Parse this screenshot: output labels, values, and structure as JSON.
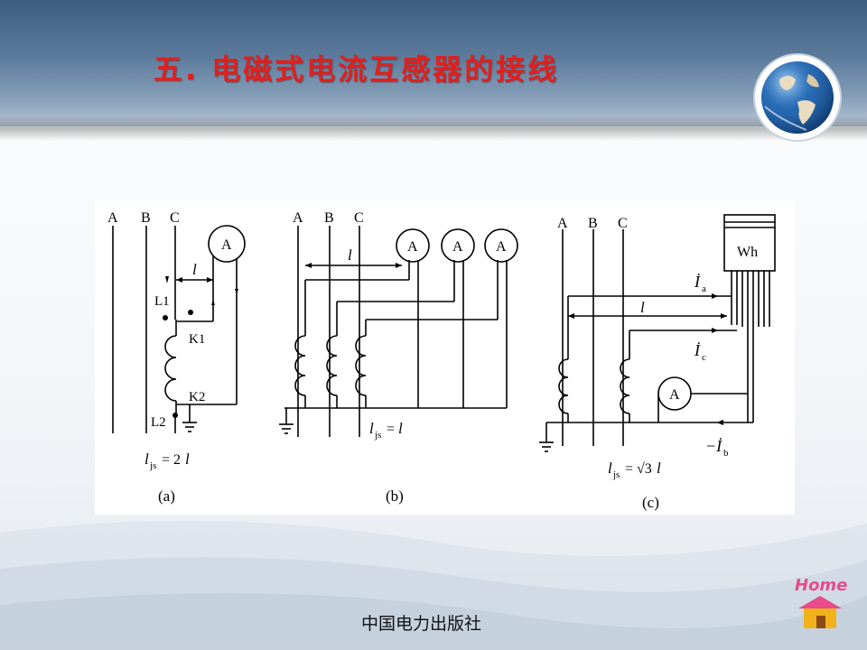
{
  "header": {
    "title": "五. 电磁式电流互感器的接线"
  },
  "figure": {
    "a": {
      "phases": [
        "A",
        "B",
        "C"
      ],
      "meter": "A",
      "l": "l",
      "terminals": [
        "L1",
        "K1",
        "K2",
        "L2"
      ],
      "formula": {
        "main": "l",
        "sub": "js",
        "rhs": "= 2",
        "var": "l"
      },
      "caption": "(a)"
    },
    "b": {
      "phases": [
        "A",
        "B",
        "C"
      ],
      "meters": [
        "A",
        "A",
        "A"
      ],
      "l": "l",
      "formula": {
        "main": "l",
        "sub": "js",
        "rhs": "= ",
        "var": "l"
      },
      "caption": "(b)"
    },
    "c": {
      "phases": [
        "A",
        "B",
        "C"
      ],
      "wh": "Wh",
      "meter": "A",
      "l": "l",
      "ia": {
        "sym": "İ",
        "sub": "a"
      },
      "ic": {
        "sym": "İ",
        "sub": "c"
      },
      "ib": {
        "sym": "−İ",
        "sub": "b"
      },
      "formula": {
        "main": "l",
        "sub": "js",
        "rhs": "= √3",
        "var": "l"
      },
      "caption": "(c)"
    }
  },
  "footer": {
    "publisher": "中国电力出版社"
  },
  "nav": {
    "home_label": "Home"
  },
  "colors": {
    "title": "#e0201e",
    "header": "#4f6e90",
    "home_roof": "#e84a8c",
    "home_body": "#f2b21b"
  }
}
